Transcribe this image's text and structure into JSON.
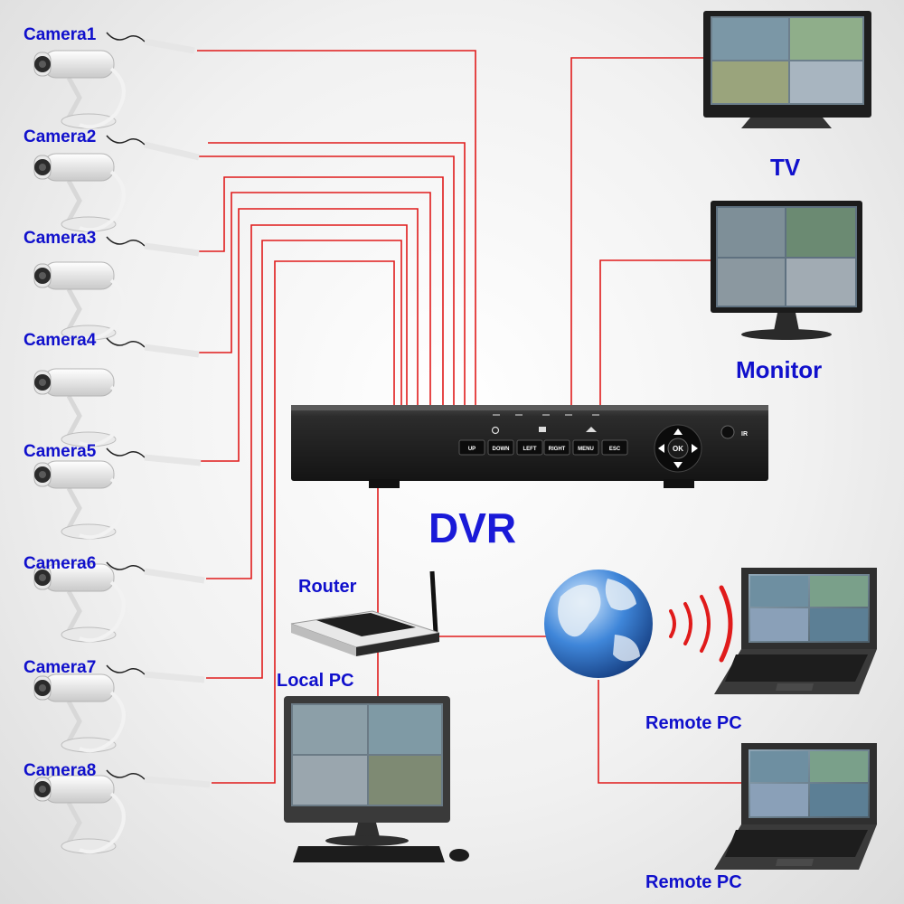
{
  "cameras": [
    {
      "label": "Camera1"
    },
    {
      "label": "Camera2"
    },
    {
      "label": "Camera3"
    },
    {
      "label": "Camera4"
    },
    {
      "label": "Camera5"
    },
    {
      "label": "Camera6"
    },
    {
      "label": "Camera7"
    },
    {
      "label": "Camera8"
    }
  ],
  "devices": {
    "tv": "TV",
    "monitor": "Monitor",
    "dvr": "DVR",
    "router": "Router",
    "local_pc": "Local PC",
    "remote_pc_1": "Remote PC",
    "remote_pc_2": "Remote PC"
  },
  "dvr_panel": {
    "buttons": [
      "UP",
      "DOWN",
      "LEFT",
      "RIGHT",
      "MENU",
      "ESC"
    ],
    "ok": "OK",
    "ir": "IR"
  },
  "colors": {
    "label": "#1010cc",
    "wire": "#e01b1b",
    "dvr_body": "#2a2a2a"
  },
  "icons": [
    "camera-icon",
    "tv-icon",
    "monitor-icon",
    "dvr-icon",
    "router-icon",
    "globe-icon",
    "laptop-icon",
    "desktop-pc-icon",
    "wireless-signal-icon"
  ]
}
